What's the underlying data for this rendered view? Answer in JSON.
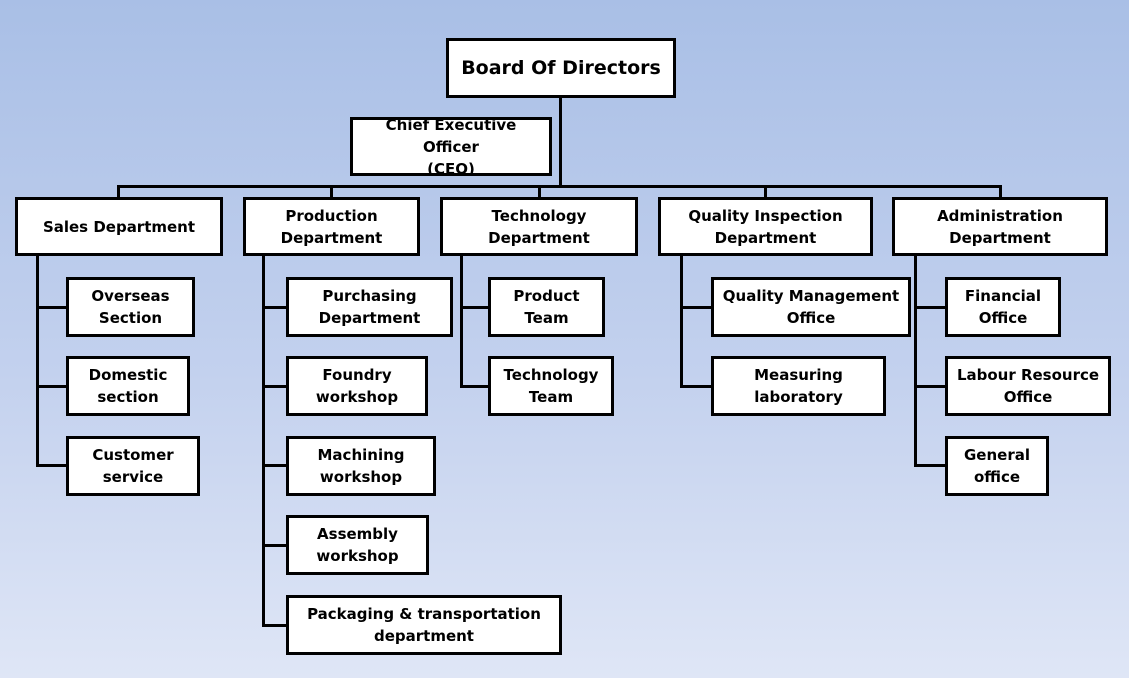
{
  "chart": {
    "board": "Board Of Directors",
    "ceo": "Chief Executive Officer\n(CEO)",
    "departments": {
      "sales": {
        "label": "Sales Department",
        "children": [
          "Overseas\nSection",
          "Domestic\nsection",
          "Customer\nservice"
        ]
      },
      "production": {
        "label": "Production\nDepartment",
        "children": [
          "Purchasing\nDepartment",
          "Foundry\nworkshop",
          "Machining\nworkshop",
          "Assembly\nworkshop",
          "Packaging & transportation\ndepartment"
        ]
      },
      "technology": {
        "label": "Technology\nDepartment",
        "children": [
          "Product\nTeam",
          "Technology\nTeam"
        ]
      },
      "quality": {
        "label": "Quality Inspection\nDepartment",
        "children": [
          "Quality Management\nOffice",
          "Measuring\nlaboratory"
        ]
      },
      "administration": {
        "label": "Administration\nDepartment",
        "children": [
          "Financial\nOffice",
          "Labour Resource\nOffice",
          "General\noffice"
        ]
      }
    }
  }
}
